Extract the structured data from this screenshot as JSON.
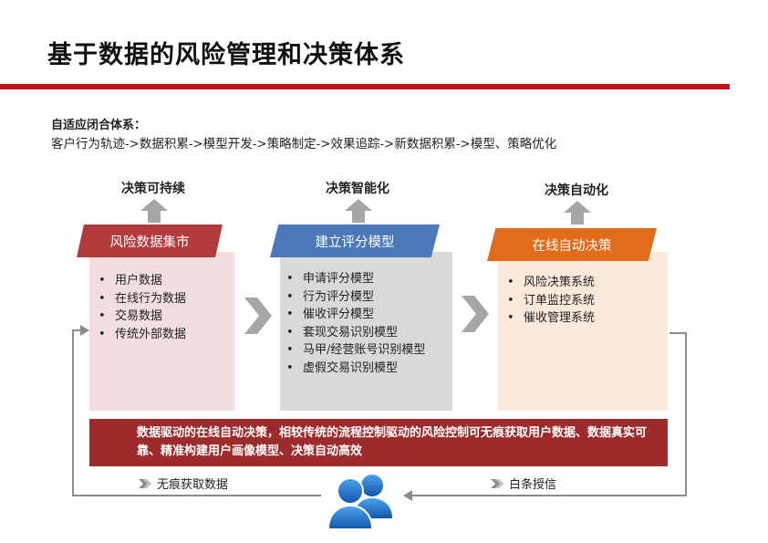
{
  "title": "基于数据的风险管理和决策体系",
  "subtitle": {
    "heading": "自适应闭合体系：",
    "text": "客户行为轨迹->数据积累->模型开发->策略制定->效果追踪->新数据积累->模型、策略优化"
  },
  "columns": [
    {
      "top_label": "决策可持续",
      "banner": "风险数据集市",
      "banner_color": "#b23a3a",
      "panel_color": "#f2dede",
      "items": [
        "用户数据",
        "在线行为数据",
        "交易数据",
        "传统外部数据"
      ]
    },
    {
      "top_label": "决策智能化",
      "banner": "建立评分模型",
      "banner_color": "#4a78b8",
      "panel_color": "#d9d9d9",
      "items": [
        "申请评分模型",
        "行为评分模型",
        "催收评分模型",
        "套现交易识别模型",
        "马甲/经营账号识别模型",
        "虚假交易识别模型"
      ]
    },
    {
      "top_label": "决策自动化",
      "banner": "在线自动决策",
      "banner_color": "#e26c1a",
      "panel_color": "#fdeada",
      "items": [
        "风险决策系统",
        "订单监控系统",
        "催收管理系统"
      ]
    }
  ],
  "summary": "数据驱动的在线自动决策，相较传统的流程控制驱动的风险控制可无痕获取用户数据、数据真实可靠、精准构建用户画像模型、决策自动高效",
  "bottom": {
    "left_label": "无痕获取数据",
    "right_label": "白条授信"
  },
  "icons": {
    "arrow": "up-arrow-icon",
    "chevron": "chevron-right-icon",
    "users": "users-icon"
  },
  "colors": {
    "accent": "#c0161c",
    "summary_bar": "#9e2b2b",
    "arrow_gray": "#a6a6a6",
    "icon_blue": "#1f6fc5"
  }
}
